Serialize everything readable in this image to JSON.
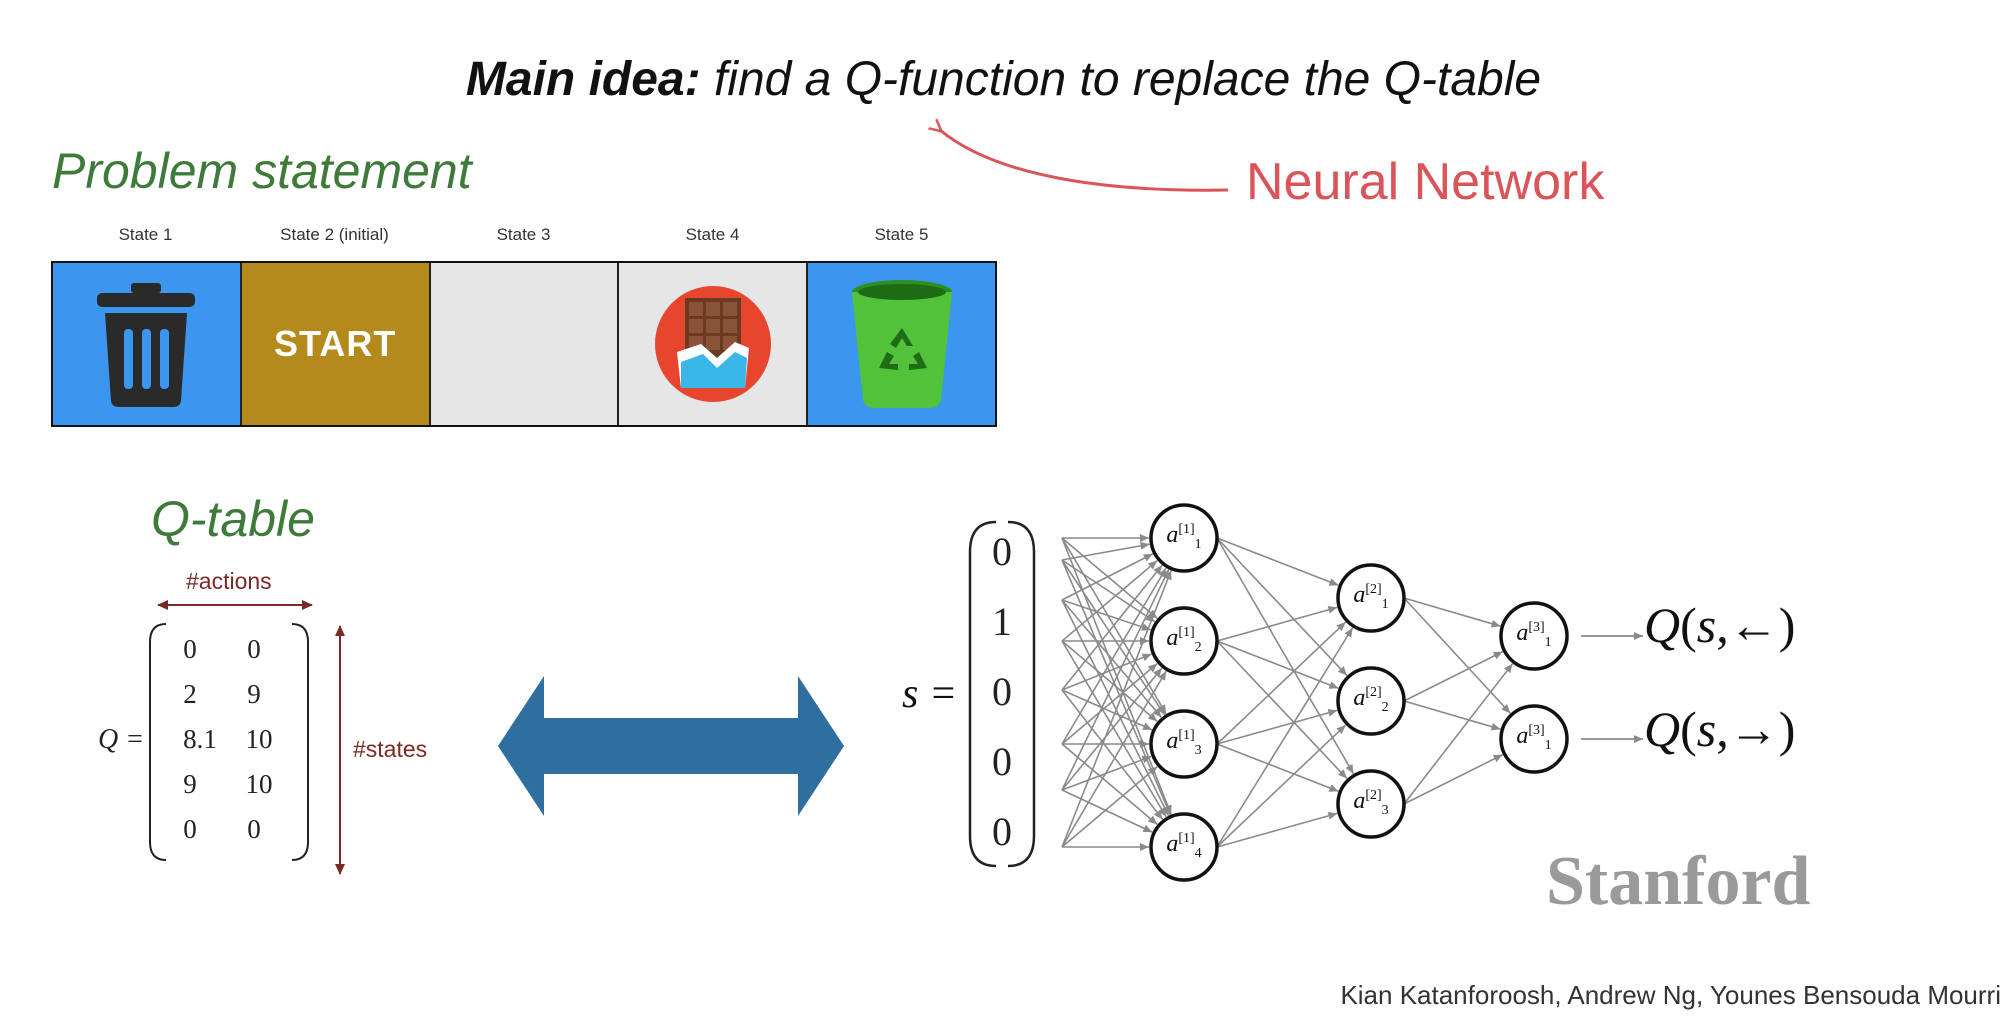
{
  "title": {
    "bold": "Main idea:",
    "rest": " find a Q-function to replace the Q-table"
  },
  "annotation": {
    "label": "Neural Network",
    "color": "#d9555a"
  },
  "problem_statement": {
    "heading": "Problem statement"
  },
  "states": [
    {
      "label": "State 1",
      "icon": "trash-can-icon",
      "color": "#3b96f0"
    },
    {
      "label": "State 2 (initial)",
      "text": "START",
      "color": "#b48a1c"
    },
    {
      "label": "State 3",
      "color": "#e6e6e6"
    },
    {
      "label": "State 4",
      "icon": "chocolate-bar-icon",
      "color": "#e6e6e6"
    },
    {
      "label": "State 5",
      "icon": "recycle-bin-icon",
      "color": "#3b96f0"
    }
  ],
  "qtable": {
    "heading": "Q-table",
    "actions_label": "#actions",
    "states_label": "#states",
    "matrix_label": "Q =",
    "rows": [
      [
        "0",
        "0"
      ],
      [
        "2",
        "9"
      ],
      [
        "8.1",
        "10"
      ],
      [
        "9",
        "10"
      ],
      [
        "0",
        "0"
      ]
    ]
  },
  "network": {
    "input_label": "s =",
    "input_vector": [
      "0",
      "1",
      "0",
      "0",
      "0"
    ],
    "layer1": [
      {
        "base": "a",
        "sup": "[1]",
        "sub": "1"
      },
      {
        "base": "a",
        "sup": "[1]",
        "sub": "2"
      },
      {
        "base": "a",
        "sup": "[1]",
        "sub": "3"
      },
      {
        "base": "a",
        "sup": "[1]",
        "sub": "4"
      }
    ],
    "layer2": [
      {
        "base": "a",
        "sup": "[2]",
        "sub": "1"
      },
      {
        "base": "a",
        "sup": "[2]",
        "sub": "2"
      },
      {
        "base": "a",
        "sup": "[2]",
        "sub": "3"
      }
    ],
    "layer3": [
      {
        "base": "a",
        "sup": "[3]",
        "sub": "1"
      },
      {
        "base": "a",
        "sup": "[3]",
        "sub": "1"
      }
    ],
    "outputs": [
      {
        "fn": "Q",
        "open": "(",
        "var": "s",
        "sep": ",",
        "arrow": "←",
        "close": ")"
      },
      {
        "fn": "Q",
        "open": "(",
        "var": "s",
        "sep": ",",
        "arrow": "→",
        "close": ")"
      }
    ]
  },
  "logo": "Stanford",
  "authors": "Kian Katanforoosh, Andrew Ng, Younes Bensouda Mourri"
}
